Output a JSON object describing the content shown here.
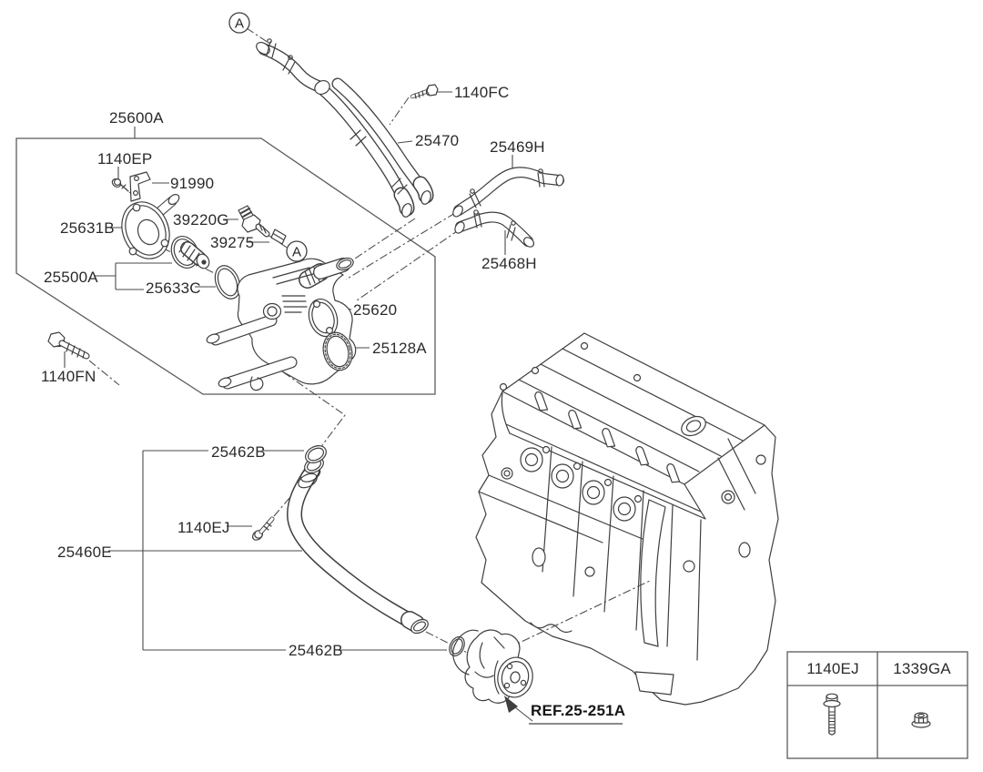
{
  "colors": {
    "background": "#ffffff",
    "line_ink": "#3f3f3f",
    "label_ink": "#2a2a2a"
  },
  "callout_markers": {
    "top": "A",
    "middle": "A"
  },
  "part_labels": {
    "assembly": "25600A",
    "bolt_ep": "1140EP",
    "bracket": "91990",
    "inlet_fitting": "25631B",
    "sensor": "39220G",
    "pin": "39275",
    "thermostat": "25500A",
    "thermostat_oring": "25633C",
    "housing": "25620",
    "gasket": "25128A",
    "bolt_fn": "1140FN",
    "bolt_fc": "1140FC",
    "upper_pipe": "25470",
    "heater_hose_upper": "25469H",
    "heater_hose_lower": "25468H",
    "oring_top": "25462B",
    "bolt_ej": "1140EJ",
    "lower_pipe": "25460E",
    "oring_bottom": "25462B",
    "water_pump_ref": "REF.25-251A"
  },
  "fastener_table": {
    "columns": [
      {
        "part_no": "1140EJ",
        "icon": "flange-bolt-icon"
      },
      {
        "part_no": "1339GA",
        "icon": "flange-nut-icon"
      }
    ]
  }
}
